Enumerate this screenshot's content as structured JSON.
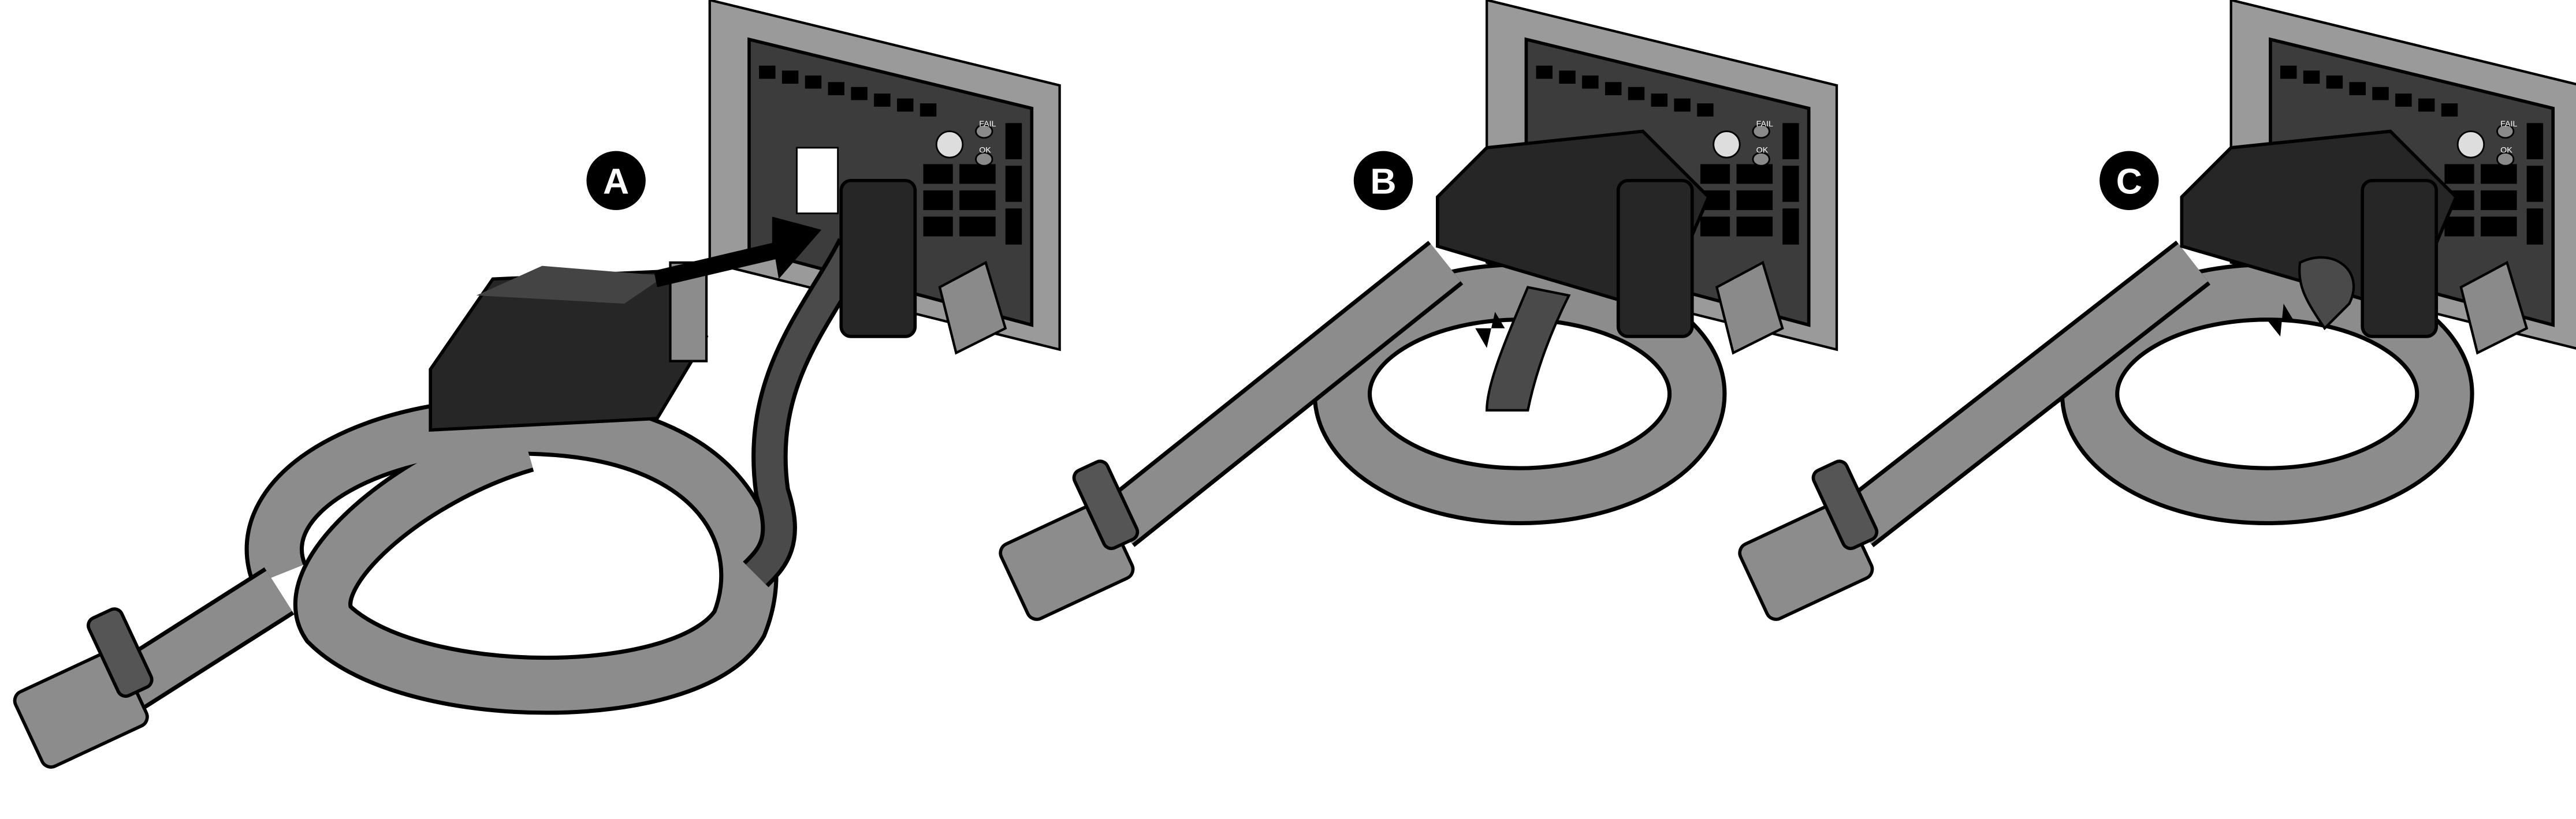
{
  "title": "Power cord installation and retention strap steps",
  "steps": [
    {
      "label": "A"
    },
    {
      "label": "B"
    },
    {
      "label": "C"
    }
  ],
  "leds": {
    "fail": "FAIL",
    "ok": "OK"
  },
  "colors": {
    "wall": "#9a9a9a",
    "psu_face": "#3c3c3c",
    "cord": "#8c8c8c",
    "connector": "#262626",
    "strap": "#4a4a4a",
    "badge": "#000000"
  }
}
